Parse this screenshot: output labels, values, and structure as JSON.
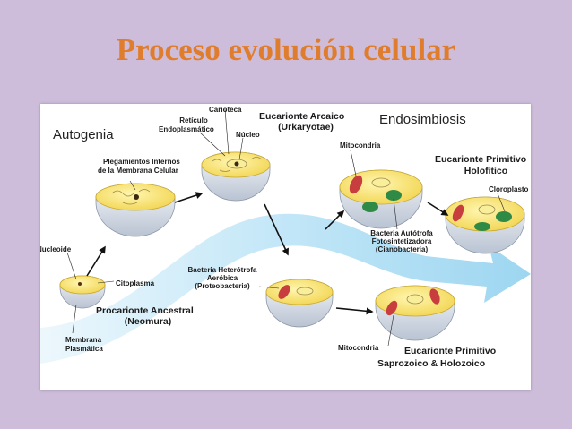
{
  "title": "Proceso evolución celular",
  "colors": {
    "title": "#e07d2c",
    "background": "#cdbdda",
    "cytoplasm": "#f7e472",
    "membrane": "#e8ecf2",
    "mitochondria": "#c83d3d",
    "chloroplast": "#2f8a45",
    "flow_arrow": "#a6daf4"
  },
  "labels": {
    "autogenia": "Autogenia",
    "endosimbiosis": "Endosimbiosis",
    "nucleoide": "Nucleoide",
    "citoplasma": "Citoplasma",
    "membrana_1": "Membrana",
    "membrana_2": "Plasmática",
    "procariote_1": "Procarionte Ancestral",
    "procariote_2": "(Neomura)",
    "plegamientos_1": "Plegamientos Internos",
    "plegamientos_2": "de la Membrana Celular",
    "reticulo_1": "Retículo",
    "reticulo_2": "Endoplasmático",
    "carioteca": "Carioteca",
    "nucleo": "Núcleo",
    "arcaico_1": "Eucarionte Arcaico",
    "arcaico_2": "(Urkaryotae)",
    "heterotrofa_1": "Bacteria Heterótrofa",
    "heterotrofa_2": "Aeróbica",
    "heterotrofa_3": "(Proteobacteria)",
    "mitocondria_top": "Mitocondria",
    "autotrofa_1": "Bacteria Autótrofa",
    "autotrofa_2": "Fotosintetizadora",
    "autotrofa_3": "(Cianobacteria)",
    "holofitico_1": "Eucarionte Primitivo",
    "holofitico_2": "Holofítico",
    "cloroplasto": "Cloroplasto",
    "mitocondria_bottom": "Mitocondria",
    "saprozoico_1": "Eucarionte Primitivo",
    "saprozoico_2": "Saprozoico & Holozoico"
  }
}
